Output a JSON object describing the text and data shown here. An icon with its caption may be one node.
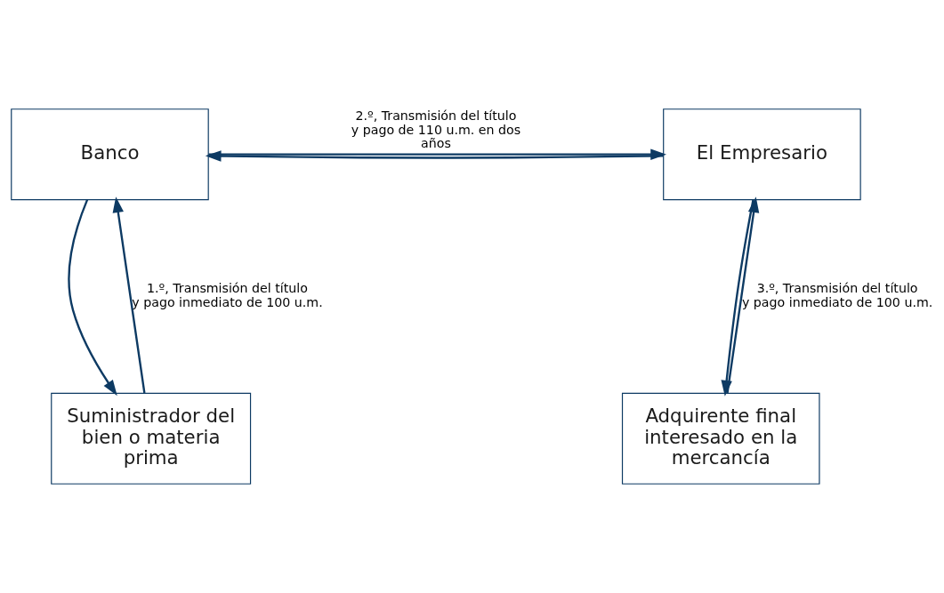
{
  "diagram": {
    "nodes": [
      {
        "text": [
          "Banco"
        ]
      },
      {
        "text": [
          "El Empresario"
        ]
      },
      {
        "text": [
          "Suministrador del bien o materia prima"
        ]
      },
      {
        "text": [
          "Adquirente final interesado en la mercancía"
        ]
      }
    ],
    "edges": [
      {
        "from": 0,
        "to": 1,
        "arrow": "to",
        "label": "2.º, Transmisión del título y pago de 110 u.m. en dos años"
      },
      {
        "from": 1,
        "to": 0,
        "arrow": "to"
      },
      {
        "from": 2,
        "to": 0,
        "arrow": "to",
        "label": "1.º, Transmisión del título y pago inmediato de 100 u.m."
      },
      {
        "from": 0,
        "to": 2,
        "arrow": "to"
      },
      {
        "from": 3,
        "to": 1,
        "arrow": "to",
        "label": "3.º, Transmisión del título y pago inmediato de 100 u.m."
      },
      {
        "from": 1,
        "to": 3,
        "arrow": "to"
      }
    ]
  }
}
